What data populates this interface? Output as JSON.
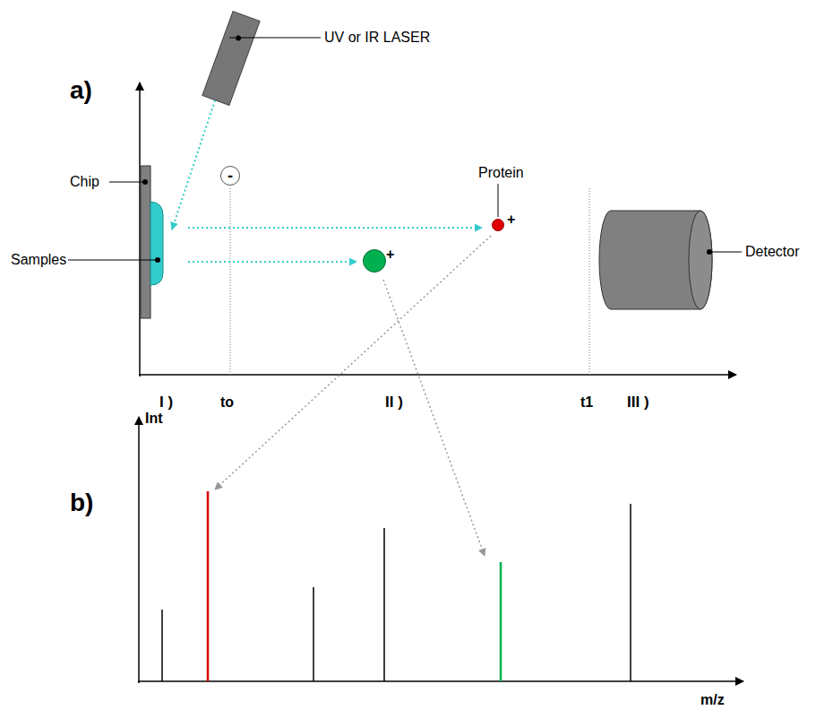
{
  "diagram": {
    "nodes": [
      {
        "text": [
          "-"
        ]
      },
      {
        "text": [
          "+"
        ]
      },
      {
        "text": [
          "+"
        ]
      }
    ],
    "labels": [
      "a)",
      "UV or IR LASER",
      "Chip",
      "Samples",
      "Protein",
      "Detector",
      "I )",
      "to",
      "II )",
      "t1",
      "III )",
      "b)",
      "Int",
      "m/z"
    ]
  }
}
